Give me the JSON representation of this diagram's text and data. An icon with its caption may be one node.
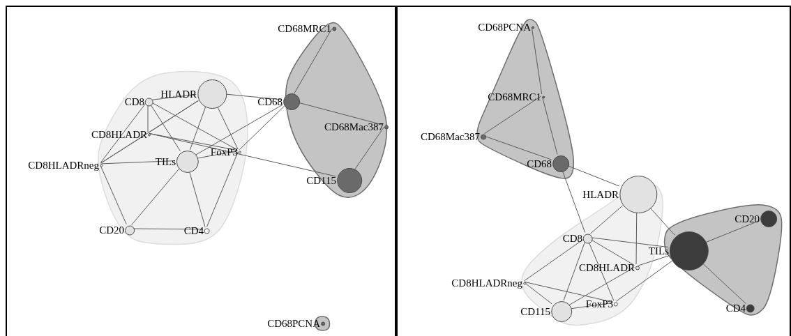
{
  "diagram": {
    "nodes": [
      {
        "text": [],
        "shape": "box"
      },
      {
        "text": [],
        "shape": "cloud",
        "in": 0
      },
      {
        "text": [],
        "shape": "cloud",
        "in": 0
      },
      {
        "text": [],
        "shape": "cloud",
        "in": 0
      },
      {
        "text": [
          "CD68MRC1"
        ],
        "in": 2
      },
      {
        "text": [
          "CD68"
        ],
        "in": 2
      },
      {
        "text": [
          "CD68Mac387"
        ],
        "in": 2
      },
      {
        "text": [
          "CD115"
        ],
        "in": 2
      },
      {
        "text": [
          "HLADR"
        ],
        "in": 1
      },
      {
        "text": [
          "CD8"
        ],
        "in": 1
      },
      {
        "text": [
          "CD8HLADR"
        ],
        "in": 1
      },
      {
        "text": [
          "CD8HLADRneg"
        ],
        "in": 1
      },
      {
        "text": [
          "FoxP3"
        ],
        "in": 1
      },
      {
        "text": [
          "TILs"
        ],
        "in": 1
      },
      {
        "text": [
          "CD20"
        ],
        "in": 1
      },
      {
        "text": [
          "CD4"
        ],
        "in": 1
      },
      {
        "text": [
          "CD68PCNA"
        ],
        "in": 3
      },
      {
        "text": [],
        "shape": "box"
      },
      {
        "text": [],
        "shape": "cloud",
        "in": 17
      },
      {
        "text": [],
        "shape": "cloud",
        "in": 17
      },
      {
        "text": [],
        "shape": "cloud",
        "in": 17
      },
      {
        "text": [
          "CD68PCNA"
        ],
        "in": 18
      },
      {
        "text": [
          "CD68MRC1"
        ],
        "in": 18
      },
      {
        "text": [
          "CD68Mac387"
        ],
        "in": 18
      },
      {
        "text": [
          "CD68"
        ],
        "in": 18
      },
      {
        "text": [
          "HLADR"
        ],
        "in": 19
      },
      {
        "text": [
          "CD8"
        ],
        "in": 19
      },
      {
        "text": [
          "CD8HLADR"
        ],
        "in": 19
      },
      {
        "text": [
          "CD8HLADRneg"
        ],
        "in": 19
      },
      {
        "text": [
          "FoxP3"
        ],
        "in": 19
      },
      {
        "text": [
          "CD115"
        ],
        "in": 19
      },
      {
        "text": [
          "TILs"
        ],
        "in": 20
      },
      {
        "text": [
          "CD20"
        ],
        "in": 20
      },
      {
        "text": [
          "CD4"
        ],
        "in": 20
      }
    ],
    "edges": [
      {
        "from": 4,
        "to": 5,
        "arrow": "none"
      },
      {
        "from": 5,
        "to": 6,
        "arrow": "none"
      },
      {
        "from": 6,
        "to": 7,
        "arrow": "none"
      },
      {
        "from": 8,
        "to": 5,
        "arrow": "none"
      },
      {
        "from": 9,
        "to": 8,
        "arrow": "none"
      },
      {
        "from": 9,
        "to": 10,
        "arrow": "none"
      },
      {
        "from": 9,
        "to": 11,
        "arrow": "none"
      },
      {
        "from": 9,
        "to": 13,
        "arrow": "none"
      },
      {
        "from": 9,
        "to": 12,
        "arrow": "none"
      },
      {
        "from": 8,
        "to": 10,
        "arrow": "none"
      },
      {
        "from": 8,
        "to": 11,
        "arrow": "none"
      },
      {
        "from": 8,
        "to": 13,
        "arrow": "none"
      },
      {
        "from": 8,
        "to": 12,
        "arrow": "none"
      },
      {
        "from": 10,
        "to": 11,
        "arrow": "none"
      },
      {
        "from": 10,
        "to": 12,
        "arrow": "none"
      },
      {
        "from": 10,
        "to": 7,
        "arrow": "none"
      },
      {
        "from": 11,
        "to": 13,
        "arrow": "none"
      },
      {
        "from": 11,
        "to": 14,
        "arrow": "none"
      },
      {
        "from": 13,
        "to": 12,
        "arrow": "none"
      },
      {
        "from": 13,
        "to": 14,
        "arrow": "none"
      },
      {
        "from": 13,
        "to": 15,
        "arrow": "none"
      },
      {
        "from": 12,
        "to": 15,
        "arrow": "none"
      },
      {
        "from": 14,
        "to": 15,
        "arrow": "none"
      },
      {
        "from": 13,
        "to": 5,
        "arrow": "none"
      },
      {
        "from": 12,
        "to": 5,
        "arrow": "none"
      },
      {
        "from": 21,
        "to": 22,
        "arrow": "none"
      },
      {
        "from": 22,
        "to": 24,
        "arrow": "none"
      },
      {
        "from": 22,
        "to": 23,
        "arrow": "none"
      },
      {
        "from": 23,
        "to": 24,
        "arrow": "none"
      },
      {
        "from": 24,
        "to": 25,
        "arrow": "none"
      },
      {
        "from": 24,
        "to": 26,
        "arrow": "none"
      },
      {
        "from": 25,
        "to": 26,
        "arrow": "none"
      },
      {
        "from": 25,
        "to": 27,
        "arrow": "none"
      },
      {
        "from": 25,
        "to": 31,
        "arrow": "none"
      },
      {
        "from": 26,
        "to": 31,
        "arrow": "none"
      },
      {
        "from": 26,
        "to": 28,
        "arrow": "none"
      },
      {
        "from": 26,
        "to": 30,
        "arrow": "none"
      },
      {
        "from": 26,
        "to": 29,
        "arrow": "none"
      },
      {
        "from": 26,
        "to": 27,
        "arrow": "none"
      },
      {
        "from": 27,
        "to": 31,
        "arrow": "none"
      },
      {
        "from": 27,
        "to": 30,
        "arrow": "none"
      },
      {
        "from": 28,
        "to": 30,
        "arrow": "none"
      },
      {
        "from": 28,
        "to": 29,
        "arrow": "none"
      },
      {
        "from": 30,
        "to": 29,
        "arrow": "none"
      },
      {
        "from": 29,
        "to": 31,
        "arrow": "none"
      },
      {
        "from": 31,
        "to": 32,
        "arrow": "none"
      },
      {
        "from": 31,
        "to": 33,
        "arrow": "none"
      }
    ]
  }
}
